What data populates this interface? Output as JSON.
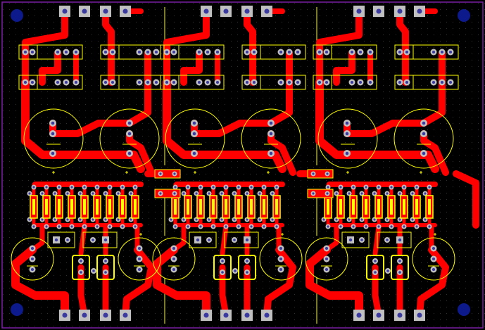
{
  "board": {
    "background": "#000000",
    "grid_color": "#2a2a2a",
    "outline_color": "#7b1fa2",
    "copper_color": "#ff0000",
    "silkscreen_color": "#ffff00",
    "pad_color": "#c0c0c0",
    "drill_color": "#3a3aa0",
    "mounting_hole_color": "#0d1a8c"
  },
  "layout": {
    "channels": 3,
    "resistors_per_channel": 9,
    "capacitors_per_channel": 2,
    "mounting_holes": 4
  }
}
